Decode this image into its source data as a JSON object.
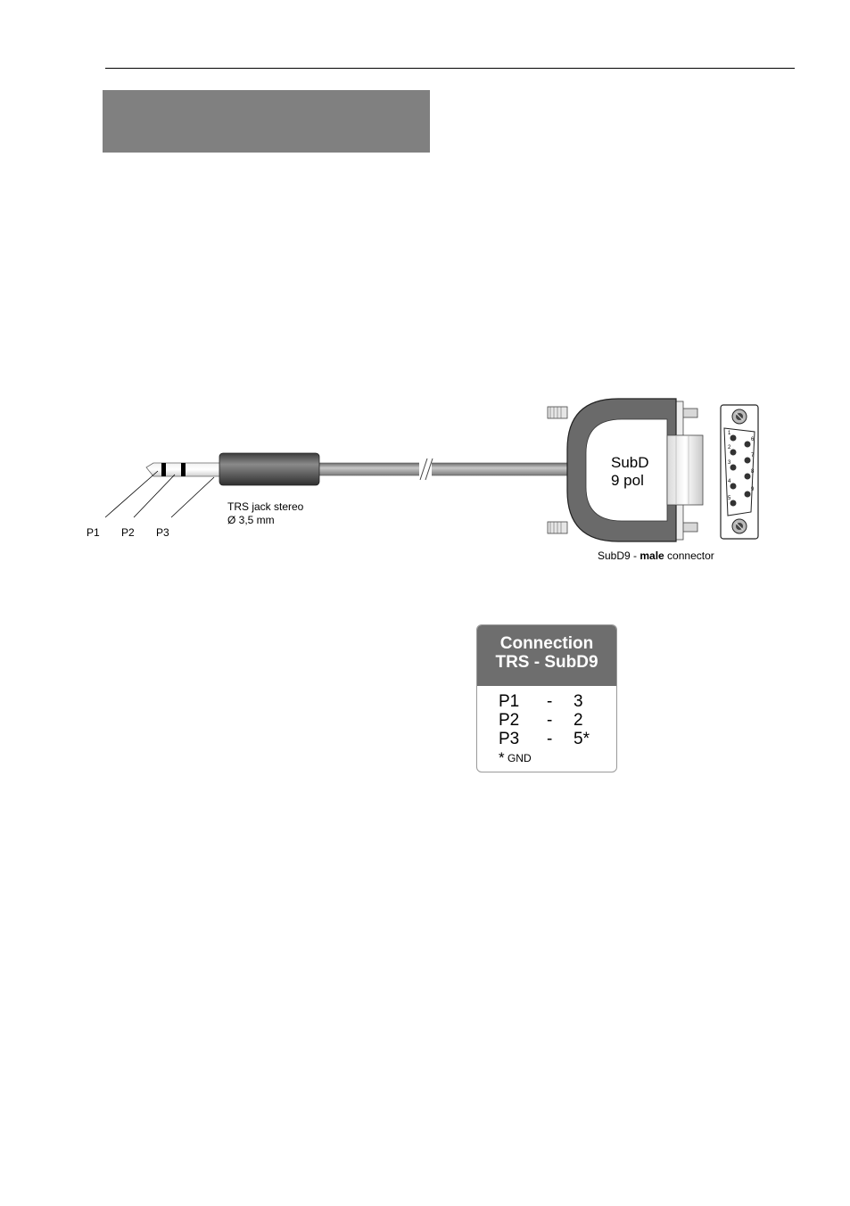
{
  "diagram": {
    "subd_label_line1": "SubD",
    "subd_label_line2": "9 pol",
    "jack_label_line1": "TRS jack stereo",
    "jack_label_line2": "Ø 3,5 mm",
    "pin_labels": [
      "P1",
      "P2",
      "P3"
    ],
    "subd_caption_prefix": "SubD9 - ",
    "subd_caption_bold": "male",
    "subd_caption_suffix": " connector",
    "subd_pin_numbers": [
      "1",
      "2",
      "3",
      "4",
      "5",
      "6",
      "7",
      "8",
      "9"
    ]
  },
  "connection_table": {
    "title_line1": "Connection",
    "title_line2": "TRS - SubD9",
    "rows": [
      {
        "pin": "P1",
        "dash": "-",
        "subd": "3"
      },
      {
        "pin": "P2",
        "dash": "-",
        "subd": "2"
      },
      {
        "pin": "P3",
        "dash": "-",
        "subd": "5*"
      }
    ],
    "note_star": "*",
    "note_text": "GND"
  }
}
